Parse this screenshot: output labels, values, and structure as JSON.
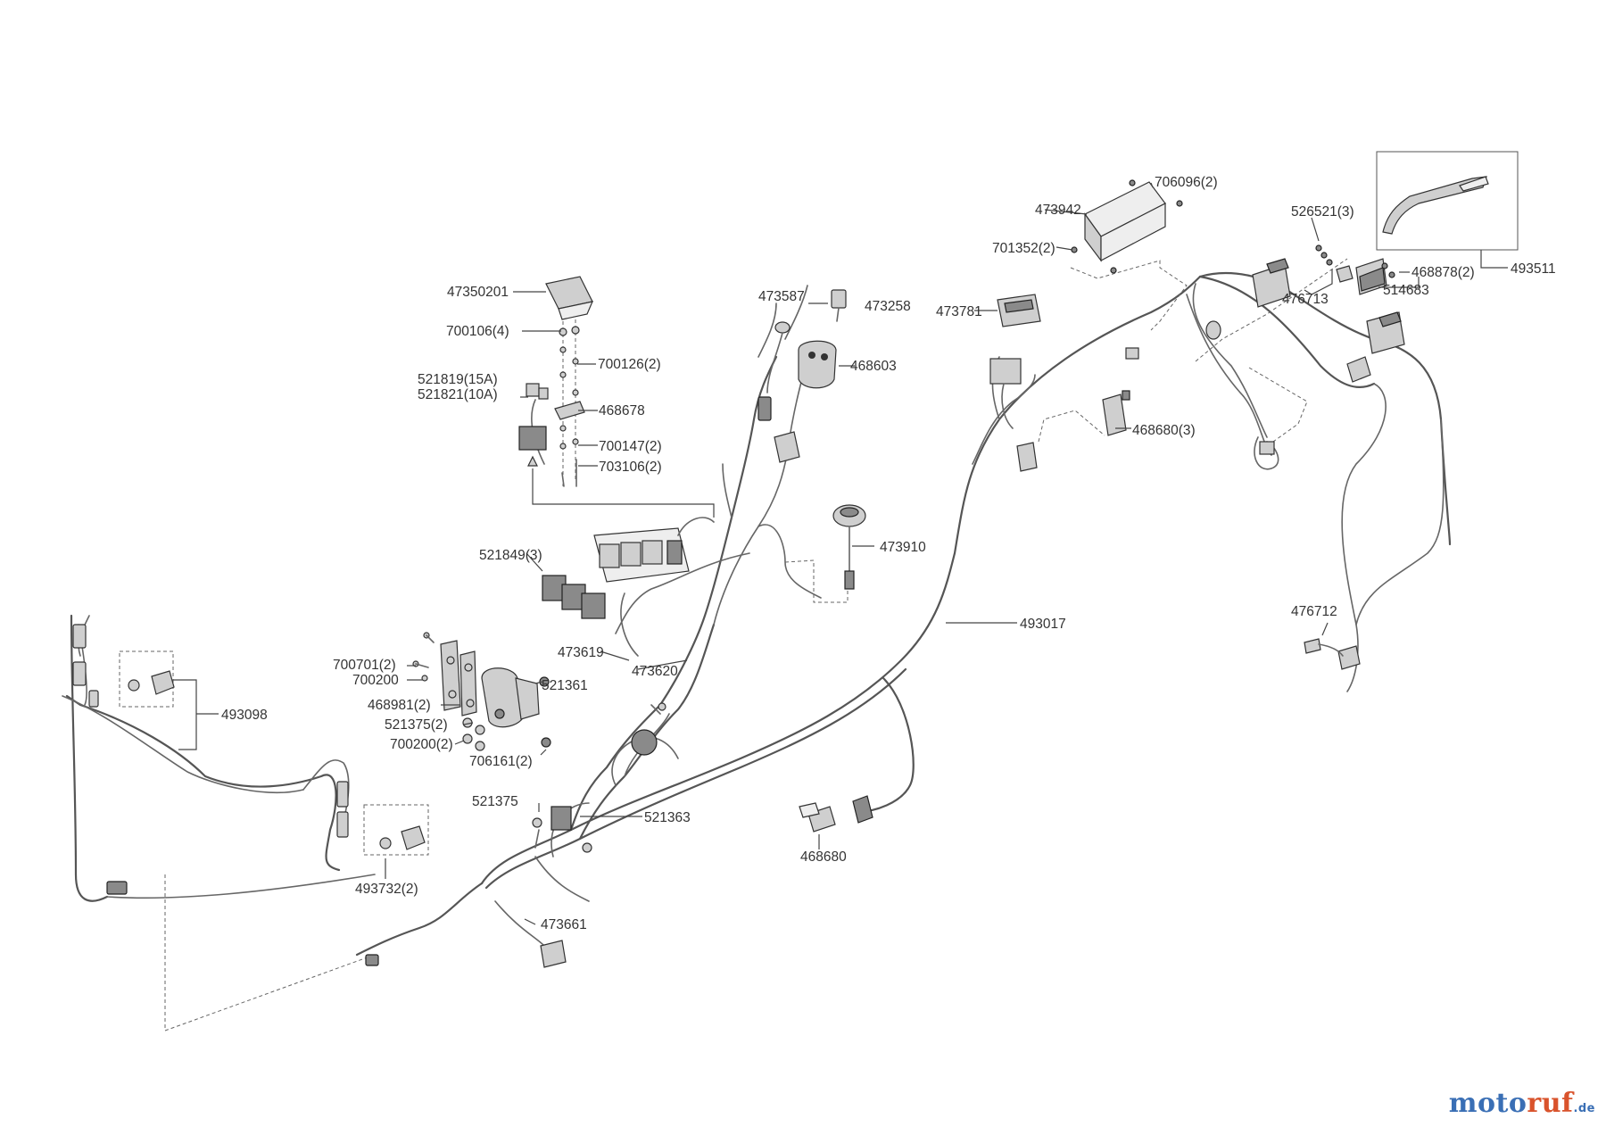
{
  "watermark": {
    "name": "moto",
    "accent": "ruf",
    "tld": ".de",
    "colors": {
      "blue": "#3a6fb5",
      "orange": "#d9532c"
    }
  },
  "callouts": {
    "c473942": "473942",
    "c706096": "706096(2)",
    "c701352": "701352(2)",
    "c526521": "526521(3)",
    "c468878": "468878(2)",
    "c493511": "493511",
    "c476713": "476713",
    "c514683": "514683",
    "c47350201": "47350201",
    "c473587": "473587",
    "c473258": "473258",
    "c473781": "473781",
    "c700106": "700106(4)",
    "c700126": "700126(2)",
    "c468603": "468603",
    "c521819": "521819(15A)",
    "c521821": "521821(10A)",
    "c468678": "468678",
    "c468680_3": "468680(3)",
    "c700147": "700147(2)",
    "c703106": "703106(2)",
    "c473910": "473910",
    "c521849": "521849(3)",
    "c493017": "493017",
    "c476712": "476712",
    "c473619": "473619",
    "c473620": "473620",
    "c700701": "700701(2)",
    "c700200": "700200",
    "c521361": "521361",
    "c468981": "468981(2)",
    "c493098": "493098",
    "c521375_2": "521375(2)",
    "c700200_2": "700200(2)",
    "c706161": "706161(2)",
    "c521375": "521375",
    "c521363": "521363",
    "c468680": "468680",
    "c493732": "493732(2)",
    "c473661": "473661"
  }
}
